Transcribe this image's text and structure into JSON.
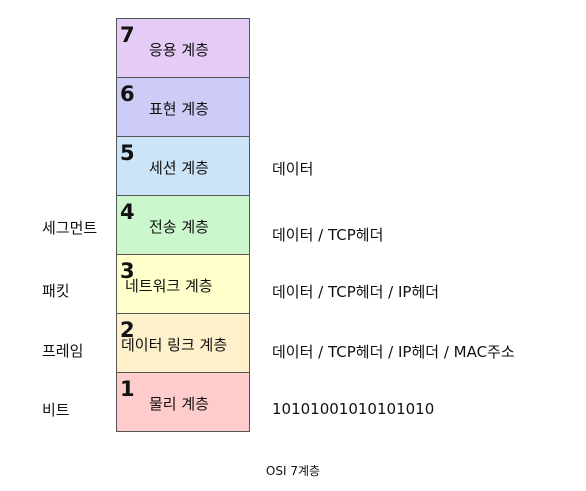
{
  "layers": [
    {
      "number": "7",
      "name": "응용 계층",
      "pdu": "",
      "data": "",
      "color": "#e5ccf6"
    },
    {
      "number": "6",
      "name": "표현 계층",
      "pdu": "",
      "data": "",
      "color": "#ccccf6"
    },
    {
      "number": "5",
      "name": "세션 계층",
      "pdu": "",
      "data": "데이터",
      "color": "#cce4f8"
    },
    {
      "number": "4",
      "name": "전송 계층",
      "pdu": "세그먼트",
      "data": "데이터 / TCP헤더",
      "color": "#ccf6cc"
    },
    {
      "number": "3",
      "name": "네트워크 계층",
      "pdu": "패킷",
      "data": "데이터 / TCP헤더 / IP헤더",
      "color": "#ffffcc"
    },
    {
      "number": "2",
      "name": "데이터 링크 계층",
      "pdu": "프레임",
      "data": "데이터 / TCP헤더 / IP헤더 / MAC주소",
      "color": "#fff0cc"
    },
    {
      "number": "1",
      "name": "물리 계층",
      "pdu": "비트",
      "data": "10101001010101010",
      "color": "#ffcccc"
    }
  ],
  "caption": "OSI 7계층"
}
